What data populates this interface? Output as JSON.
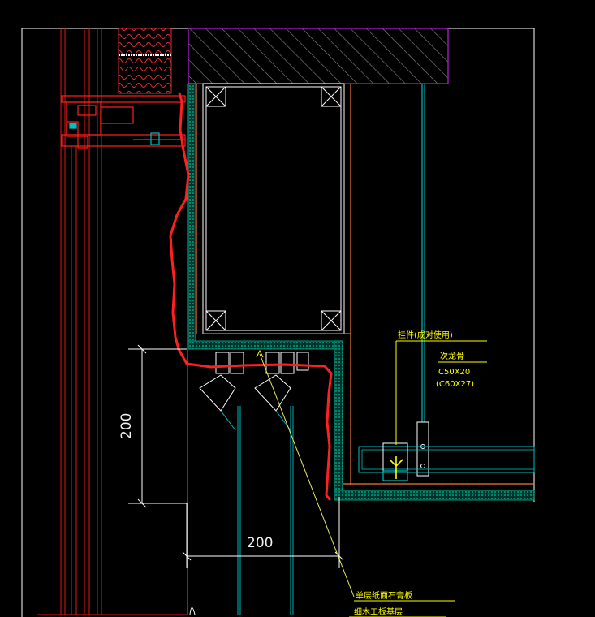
{
  "drawing": {
    "colors": {
      "background": "#000000",
      "frame": "#ffffff",
      "red_line": "#ff2020",
      "red_dark": "#c01010",
      "cyan": "#00c0c0",
      "green_fill": "#00a070",
      "yellow": "#ffff00",
      "leader_yellow": "#e8e860",
      "orange": "#f07838",
      "purple": "#a020c0",
      "hatch": "#8a8a8a",
      "dim_text": "#f0f0f0",
      "white": "#ffffff"
    },
    "labels": {
      "hanger": "挂件(成对使用)",
      "secondary_keel": "次龙骨",
      "spec_1": "C50X20",
      "spec_2": "(C60X27)",
      "gypsum_board": "单层纸面石膏板",
      "wood_base": "细木工板基层"
    },
    "dimensions": {
      "vertical": "200",
      "horizontal": "200"
    }
  }
}
